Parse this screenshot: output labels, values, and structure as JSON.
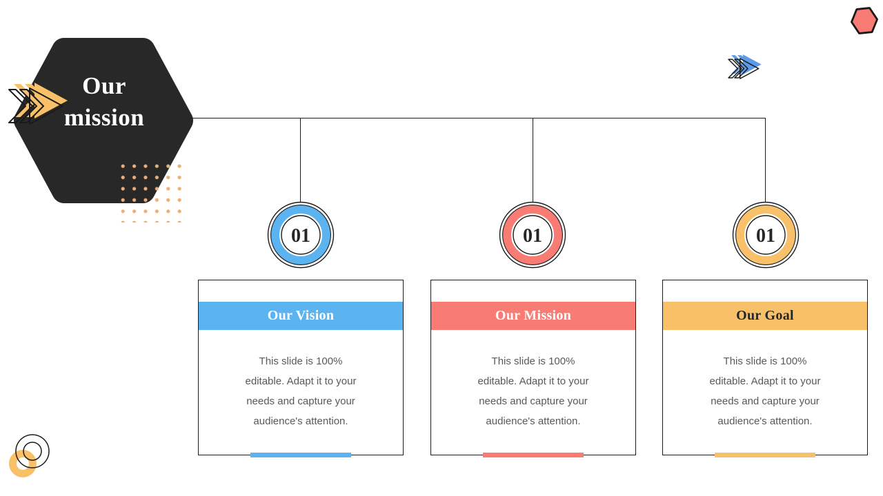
{
  "slide": {
    "title_line1": "Our",
    "title_line2": "mission"
  },
  "nodes": [
    {
      "number": "01",
      "color": "#5BB3F0"
    },
    {
      "number": "01",
      "color": "#F87C73"
    },
    {
      "number": "01",
      "color": "#F8C169"
    }
  ],
  "cards": [
    {
      "title": "Our Vision",
      "accent_color": "#5BB3F0",
      "title_color": "#FFFFFF",
      "body_lines": [
        "This slide is 100%",
        "editable. Adapt it to your",
        "needs and capture your",
        "audience's attention."
      ]
    },
    {
      "title": "Our Mission",
      "accent_color": "#F87C73",
      "title_color": "#FFFFFF",
      "body_lines": [
        "This slide is 100%",
        "editable. Adapt it to your",
        "needs and capture your",
        "audience's attention."
      ]
    },
    {
      "title": "Our Goal",
      "accent_color": "#F8C169",
      "title_color": "#262626",
      "body_lines": [
        "This slide is 100%",
        "editable. Adapt it to your",
        "needs and capture your",
        "audience's attention."
      ]
    }
  ],
  "icons": {
    "yellow_arrow": "fast-forward-arrow",
    "blue_arrow": "fast-forward-arrow",
    "corner_hexagon": "rounded-hexagon",
    "dot_grid": "dot-grid",
    "bottom_left": "concentric-circles-and-ring"
  },
  "colors": {
    "background": "#FFFFFF",
    "dark_shape": "#282828",
    "line": "#1A1A1A",
    "blue": "#5BB3F0",
    "coral": "#F87C73",
    "yellow": "#F8C169",
    "arrow_blue": "#5B9BE8",
    "body_text": "#595959",
    "dots": "#ECB077"
  }
}
